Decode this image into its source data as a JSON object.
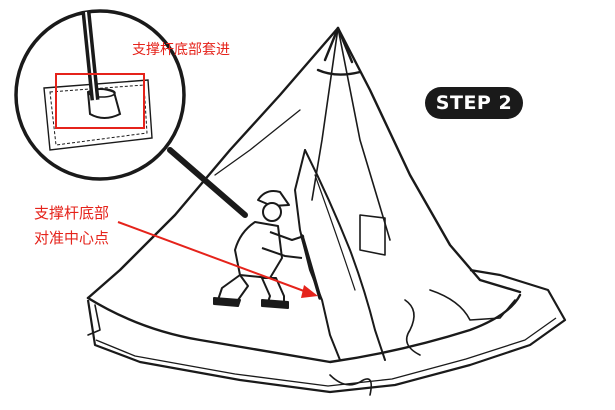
{
  "step_badge": "STEP 2",
  "callouts": {
    "inset_label": "支撑杆底部套进",
    "main_label_line1": "支撑杆底部",
    "main_label_line2": "对准中心点"
  },
  "colors": {
    "accent_red": "#e5231b",
    "ink": "#1a1a1a",
    "badge_bg": "#1a1a1a"
  },
  "icons": [
    "tent-illustration",
    "person-crouching-illustration",
    "magnifier-inset",
    "red-arrow"
  ]
}
